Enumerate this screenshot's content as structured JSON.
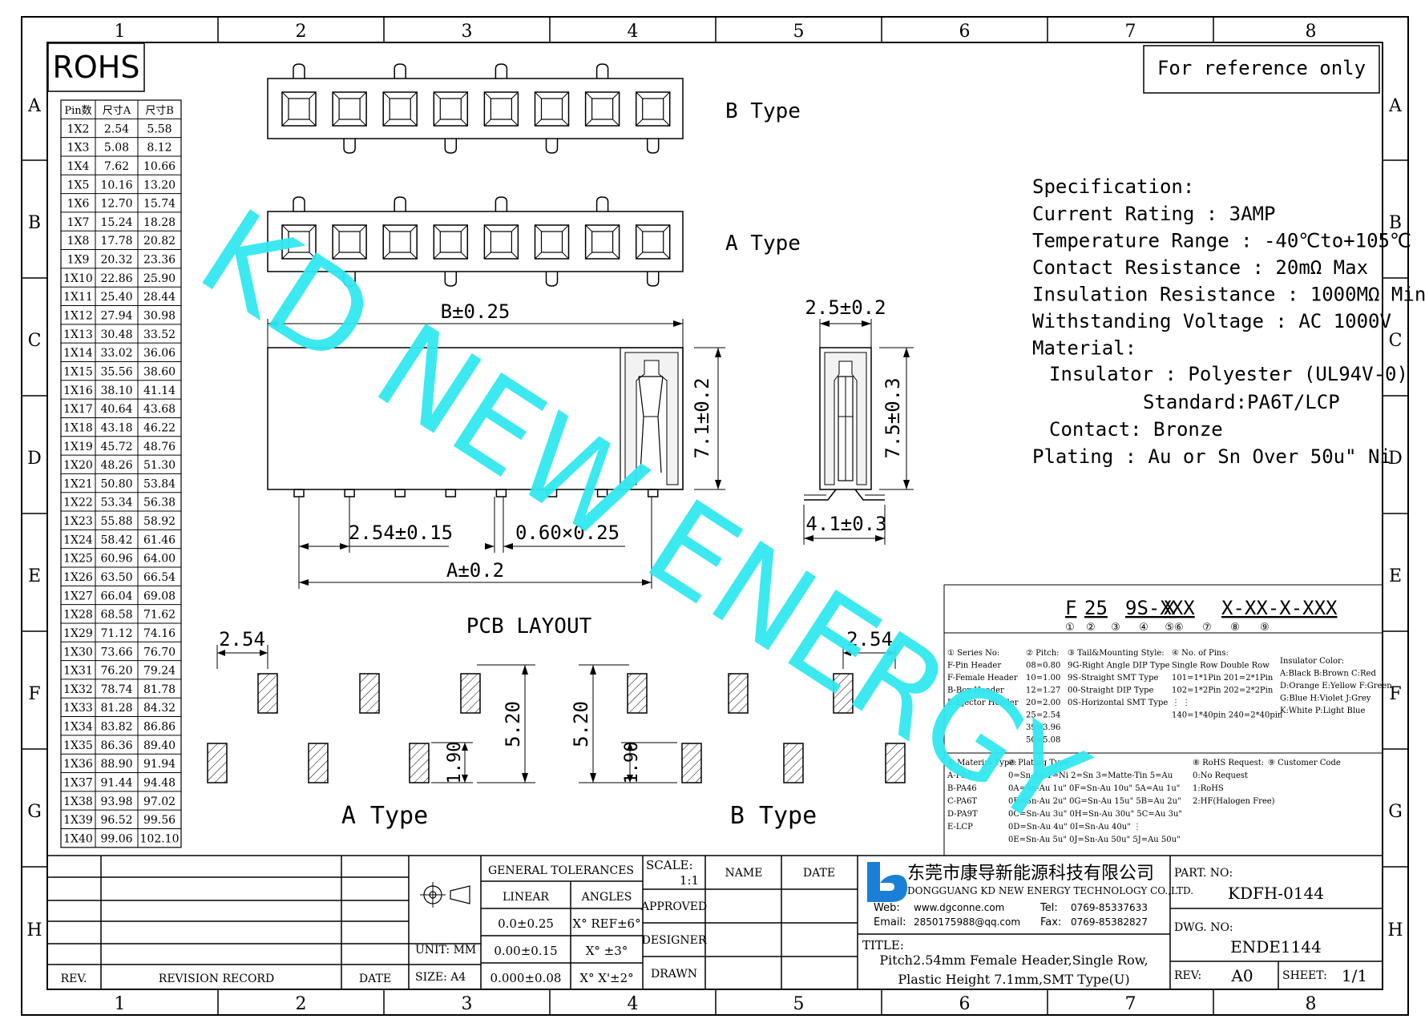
{
  "frame": {
    "col_labels": [
      "1",
      "2",
      "3",
      "4",
      "5",
      "6",
      "7",
      "8"
    ],
    "row_labels": [
      "A",
      "B",
      "C",
      "D",
      "E",
      "F",
      "G",
      "H"
    ]
  },
  "rohs_label": "ROHS",
  "reference_note": "For reference only",
  "watermark": "KD NEW ENERGY",
  "pin_table": {
    "headers": [
      "Pin数",
      "尺寸A",
      "尺寸B"
    ],
    "rows": [
      [
        "1X2",
        "2.54",
        "5.58"
      ],
      [
        "1X3",
        "5.08",
        "8.12"
      ],
      [
        "1X4",
        "7.62",
        "10.66"
      ],
      [
        "1X5",
        "10.16",
        "13.20"
      ],
      [
        "1X6",
        "12.70",
        "15.74"
      ],
      [
        "1X7",
        "15.24",
        "18.28"
      ],
      [
        "1X8",
        "17.78",
        "20.82"
      ],
      [
        "1X9",
        "20.32",
        "23.36"
      ],
      [
        "1X10",
        "22.86",
        "25.90"
      ],
      [
        "1X11",
        "25.40",
        "28.44"
      ],
      [
        "1X12",
        "27.94",
        "30.98"
      ],
      [
        "1X13",
        "30.48",
        "33.52"
      ],
      [
        "1X14",
        "33.02",
        "36.06"
      ],
      [
        "1X15",
        "35.56",
        "38.60"
      ],
      [
        "1X16",
        "38.10",
        "41.14"
      ],
      [
        "1X17",
        "40.64",
        "43.68"
      ],
      [
        "1X18",
        "43.18",
        "46.22"
      ],
      [
        "1X19",
        "45.72",
        "48.76"
      ],
      [
        "1X20",
        "48.26",
        "51.30"
      ],
      [
        "1X21",
        "50.80",
        "53.84"
      ],
      [
        "1X22",
        "53.34",
        "56.38"
      ],
      [
        "1X23",
        "55.88",
        "58.92"
      ],
      [
        "1X24",
        "58.42",
        "61.46"
      ],
      [
        "1X25",
        "60.96",
        "64.00"
      ],
      [
        "1X26",
        "63.50",
        "66.54"
      ],
      [
        "1X27",
        "66.04",
        "69.08"
      ],
      [
        "1X28",
        "68.58",
        "71.62"
      ],
      [
        "1X29",
        "71.12",
        "74.16"
      ],
      [
        "1X30",
        "73.66",
        "76.70"
      ],
      [
        "1X31",
        "76.20",
        "79.24"
      ],
      [
        "1X32",
        "78.74",
        "81.78"
      ],
      [
        "1X33",
        "81.28",
        "84.32"
      ],
      [
        "1X34",
        "83.82",
        "86.86"
      ],
      [
        "1X35",
        "86.36",
        "89.40"
      ],
      [
        "1X36",
        "88.90",
        "91.94"
      ],
      [
        "1X37",
        "91.44",
        "94.48"
      ],
      [
        "1X38",
        "93.98",
        "97.02"
      ],
      [
        "1X39",
        "96.52",
        "99.56"
      ],
      [
        "1X40",
        "99.06",
        "102.10"
      ]
    ]
  },
  "views": {
    "b_type_label": "B Type",
    "a_type_label": "A Type",
    "dim_b": "B±0.25",
    "dim_a": "A±0.2",
    "dim_pitch": "2.54±0.15",
    "dim_pin": "0.60×0.25",
    "dim_height_front": "7.1±0.2",
    "dim_side_width": "2.5±0.2",
    "dim_side_height": "7.5±0.3",
    "dim_foot": "4.1±0.3"
  },
  "pcb_layout": {
    "title": "PCB LAYOUT",
    "pitch_left": "2.54",
    "pitch_right": "2.54",
    "row_spacing_left": "5.20",
    "row_spacing_right": "5.20",
    "pad_len_left": "1.90",
    "pad_len_right": "1.90",
    "a_type": "A Type",
    "b_type": "B Type"
  },
  "specification": {
    "title": "Specification:",
    "lines": [
      "Current Rating : 3AMP",
      "Temperature Range : -40℃to+105℃",
      "Contact Resistance : 20mΩ Max",
      "Insulation Resistance : 1000MΩ Min",
      "Withstanding Voltage : AC 1000V",
      "Material:"
    ],
    "insulator": "Insulator : Polyester (UL94V-0)",
    "standard": "Standard:PA6T/LCP",
    "contact": "Contact: Bronze",
    "plating": "Plating : Au or Sn Over 50u\" Ni"
  },
  "part_code": {
    "parts": [
      "F",
      "25",
      "9S-XXX",
      "X",
      "X-XX-X-XXX"
    ],
    "index_marks": [
      "①",
      "②",
      "③",
      "④",
      "⑤⑥",
      "⑦",
      "⑧",
      "⑨"
    ],
    "col1": [
      "① Series No:",
      "F-Pin Header",
      "F-Female Header",
      "B-Box Header",
      "E-Ejector Header"
    ],
    "col2": [
      "② Pitch:",
      "08=0.80",
      "10=1.00",
      "12=1.27",
      "20=2.00",
      "25=2.54",
      "39=3.96",
      "50=5.08"
    ],
    "col3": [
      "③ Tail&Mounting Style:",
      "9G-Right Angle DIP Type",
      "9S-Straight SMT Type",
      "00-Straight DIP Type",
      "0S-Horizontal SMT Type"
    ],
    "col4": [
      "④ No. of Pins:",
      "Single Row   Double Row",
      "101=1*1Pin  201=2*1Pin",
      "102=1*2Pin  202=2*2Pin",
      "  ⋮              ⋮",
      "140=1*40pin  240=2*40pin"
    ],
    "col5": [
      "Insulator Color:",
      "A:Black  B:Brown  C:Red",
      "D:Orange E:Yellow F:Green",
      "G:Blue   H:Violet J:Grey",
      "K:White  P:Light Blue"
    ],
    "mat": [
      "⑥ Material Type:",
      "A-PBT",
      "B-PA46",
      "C-PA6T",
      "D-PA9T",
      "E-LCP"
    ],
    "plating": [
      "⑦ Plating Type:",
      "0=Sn-Au 1=Ni 2=Sn 3=Matte-Tin 5=Au",
      "0A=Sn-Au 1u\" 0F=Sn-Au 10u\" 5A=Au 1u\"",
      "0B=Sn-Au 2u\" 0G=Sn-Au 15u\" 5B=Au 2u\"",
      "0C=Sn-Au 3u\" 0H=Sn-Au 30u\" 5C=Au 3u\"",
      "0D=Sn-Au 4u\" 0I=Sn-Au 40u\"    ⋮",
      "0E=Sn-Au 5u\" 0J=Sn-Au 50u\"  5J=Au 50u\""
    ],
    "rohs": [
      "⑧ RoHS Request:",
      "0:No Request",
      "1:RoHS",
      "2:HF(Halogen Free)"
    ],
    "customer": [
      "⑨ Customer Code"
    ]
  },
  "title_block": {
    "rev_col": "REV.",
    "revision_record": "REVISION RECORD",
    "date_col": "DATE",
    "general_tolerances": "GENERAL TOLERANCES",
    "linear": "LINEAR",
    "angles": "ANGLES",
    "tol_linear": [
      "0.0±0.25",
      "0.00±0.15",
      "0.000±0.08"
    ],
    "tol_angles": [
      "X° REF±6°",
      "X° ±3°",
      "X° X'±2°"
    ],
    "unit": "UNIT: MM",
    "size": "SIZE: A4",
    "scale_label": "SCALE:",
    "scale_value": "1:1",
    "name": "NAME",
    "date": "DATE",
    "approved": "APPROVED",
    "designer": "DESIGNER",
    "drawn": "DRAWN",
    "company_cn": "东莞市康导新能源科技有限公司",
    "company_en": "DONGGUANG KD NEW ENERGY TECHNOLOGY CO.,LTD.",
    "web_label": "Web:",
    "web": "www.dgconne.com",
    "tel_label": "Tel:",
    "tel": "0769-85337633",
    "email_label": "Email:",
    "email": "2850175988@qq.com",
    "fax_label": "Fax:",
    "fax": "0769-85382827",
    "title_label": "TITLE:",
    "title_line1": "Pitch2.54mm Female Header,Single Row,",
    "title_line2": "Plastic Height 7.1mm,SMT Type(U)",
    "part_no_label": "PART. NO:",
    "part_no": "KDFH-0144",
    "dwg_no_label": "DWG. NO:",
    "dwg_no": "ENDE1144",
    "rev_label": "REV:",
    "rev": "A0",
    "sheet_label": "SHEET:",
    "sheet": "1/1"
  },
  "colors": {
    "watermark": "#33e8f0",
    "logo": "#1a7fd6",
    "ink": "#000000"
  }
}
